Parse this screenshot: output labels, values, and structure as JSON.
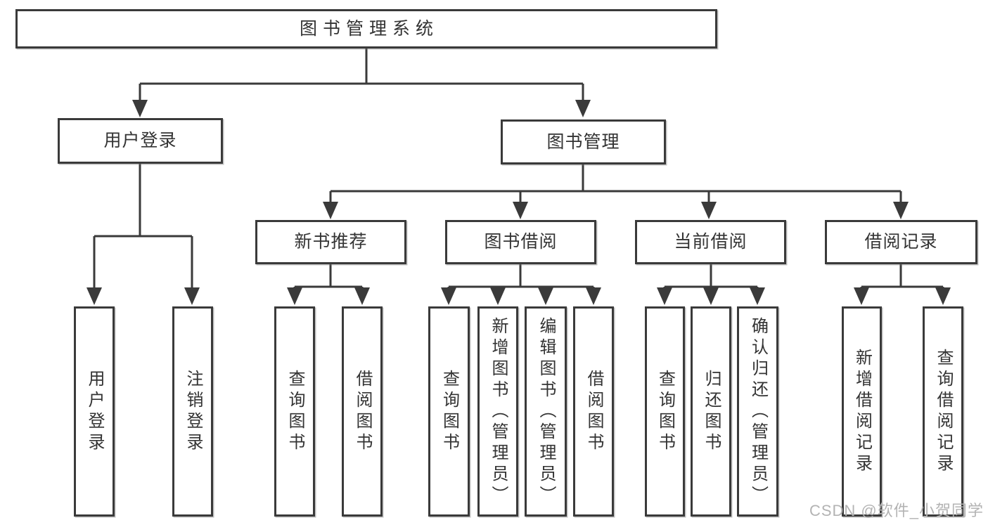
{
  "diagram": {
    "type": "hierarchy-tree",
    "tree": {
      "root": {
        "label": "图书管理系统",
        "children": [
          {
            "label": "用户登录",
            "children": [
              {
                "label": "用户登录"
              },
              {
                "label": "注销登录"
              }
            ]
          },
          {
            "label": "图书管理",
            "children": [
              {
                "label": "新书推荐",
                "children": [
                  {
                    "label": "查询图书"
                  },
                  {
                    "label": "借阅图书"
                  }
                ]
              },
              {
                "label": "图书借阅",
                "children": [
                  {
                    "label": "查询图书"
                  },
                  {
                    "label": "新增图书（管理员）"
                  },
                  {
                    "label": "编辑图书（管理员）"
                  },
                  {
                    "label": "借阅图书"
                  }
                ]
              },
              {
                "label": "当前借阅",
                "children": [
                  {
                    "label": "查询图书"
                  },
                  {
                    "label": "归还图书"
                  },
                  {
                    "label": "确认归还（管理员）"
                  }
                ]
              },
              {
                "label": "借阅记录",
                "children": [
                  {
                    "label": "新增借阅记录"
                  },
                  {
                    "label": "查询借阅记录"
                  }
                ]
              }
            ]
          }
        ]
      }
    },
    "colors": {
      "line": "#3a3a3a",
      "text": "#333333",
      "background": "#ffffff",
      "watermark": "#b3b3b3"
    }
  },
  "watermark": "CSDN @软件_小贺同学"
}
